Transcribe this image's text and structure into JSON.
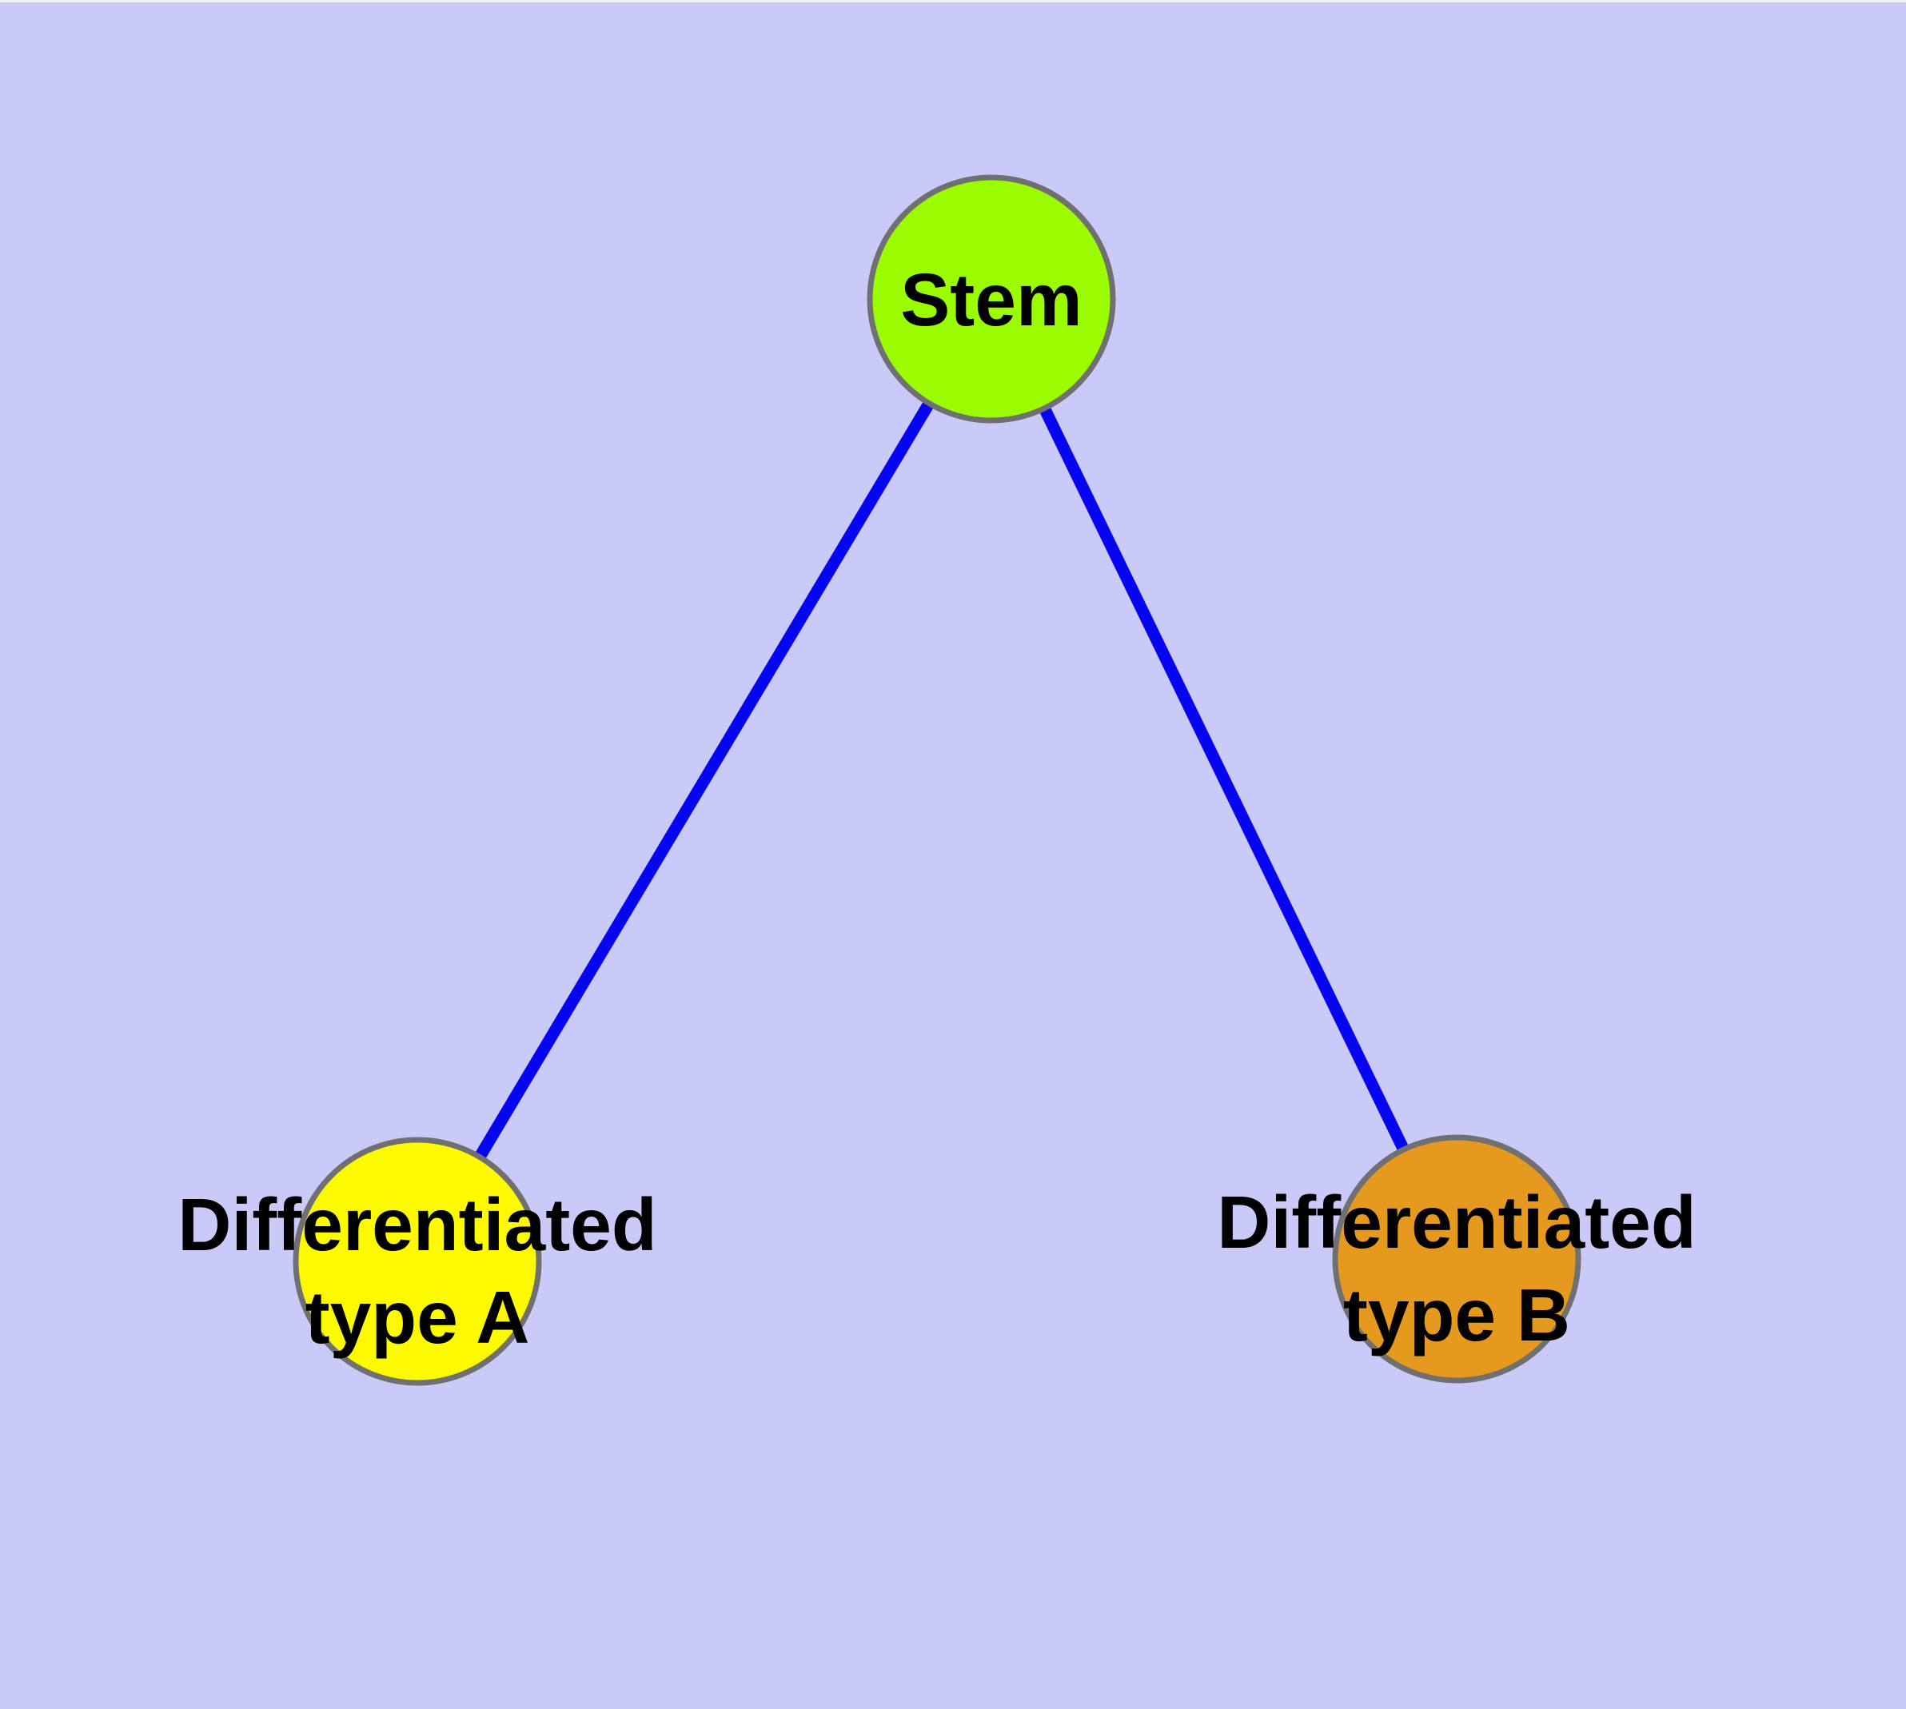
{
  "diagram": {
    "background_color": "#cacaf8",
    "edge_color": "#0505f0",
    "node_border_color": "#707070",
    "label_color": "#000000",
    "nodes": [
      {
        "id": "stem",
        "label": "Stem",
        "label_lines": [
          "Stem"
        ],
        "fill_color": "#9bfb01"
      },
      {
        "id": "differentiated-type-a",
        "label": "Differentiated type A",
        "label_lines": [
          "Differentiated",
          "type A"
        ],
        "fill_color": "#fdf900"
      },
      {
        "id": "differentiated-type-b",
        "label": "Differentiated type B",
        "label_lines": [
          "Differentiated",
          "type B"
        ],
        "fill_color": "#e5991f"
      }
    ],
    "edges": [
      {
        "from": "Stem",
        "to": "Differentiated type A"
      },
      {
        "from": "Stem",
        "to": "Differentiated type B"
      }
    ]
  }
}
